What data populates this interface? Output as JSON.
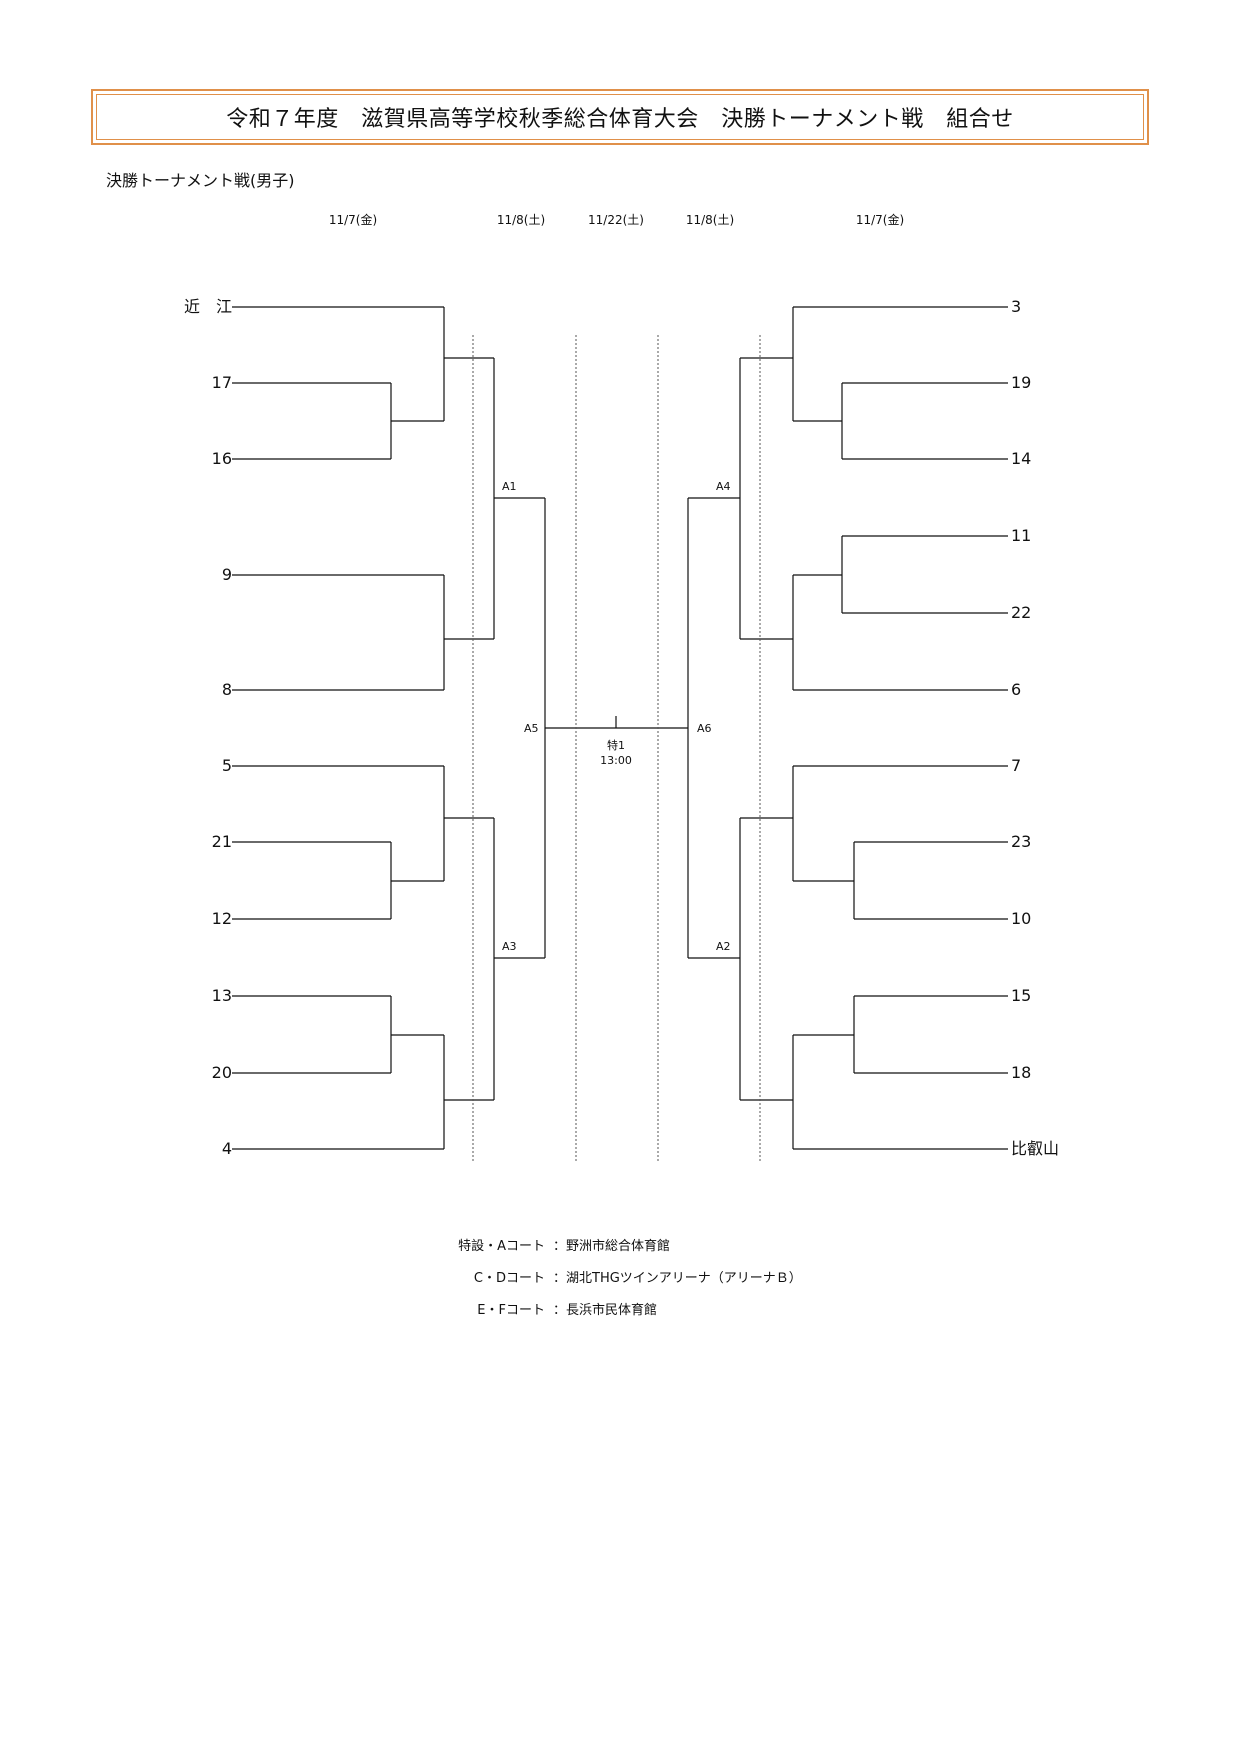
{
  "title": "令和７年度　滋賀県高等学校秋季総合体育大会　決勝トーナメント戦　組合せ",
  "section_label": "決勝トーナメント戦(男子)",
  "dates": {
    "left_round1": "11/7(金)",
    "left_round2": "11/8(土)",
    "final": "11/22(土)",
    "right_round2": "11/8(土)",
    "right_round1": "11/7(金)"
  },
  "left_teams": [
    "近　江",
    "17",
    "16",
    "9",
    "8",
    "5",
    "21",
    "12",
    "13",
    "20",
    "4"
  ],
  "right_teams": [
    "3",
    "19",
    "14",
    "11",
    "22",
    "6",
    "7",
    "23",
    "10",
    "15",
    "18",
    "比叡山"
  ],
  "matches": {
    "a1": "A1",
    "a3": "A3",
    "a5": "A5",
    "a4": "A4",
    "a2": "A2",
    "a6": "A6"
  },
  "special_match": {
    "label": "特1",
    "time": "13:00"
  },
  "venues": [
    {
      "courts": "特設・Aコート",
      "name": "：野洲市総合体育館"
    },
    {
      "courts": "C・Dコート",
      "name": "：湖北THGツインアリーナ（アリーナＢ）"
    },
    {
      "courts": "E・Fコート",
      "name": "：長浜市民体育館"
    }
  ]
}
